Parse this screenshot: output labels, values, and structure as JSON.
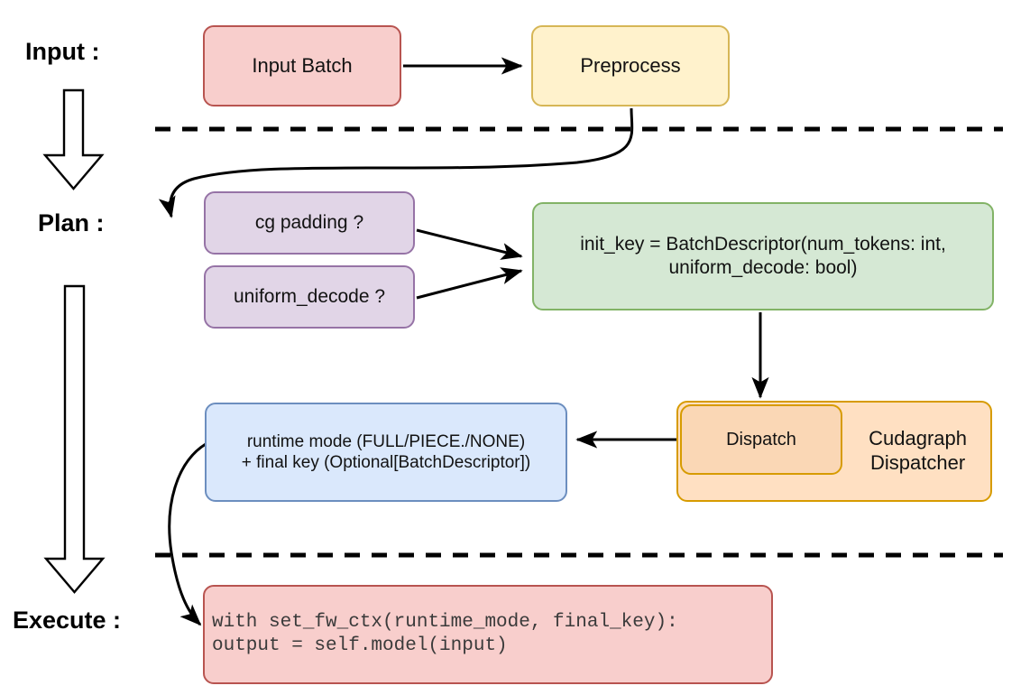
{
  "diagram": {
    "title_stages": [
      "Input :",
      "Plan :",
      "Execute :"
    ],
    "background": "#ffffff"
  },
  "stages": {
    "input": {
      "label": "Input :"
    },
    "plan": {
      "label": "Plan :"
    },
    "execute": {
      "label": "Execute :"
    }
  },
  "nodes": {
    "input_batch": {
      "label": "Input Batch",
      "fill": "#f8cecc",
      "stroke": "#b85450"
    },
    "preprocess": {
      "label": "Preprocess",
      "fill": "#fff2cc",
      "stroke": "#d6b656"
    },
    "cg_padding": {
      "label": "cg padding ?",
      "fill": "#e1d5e7",
      "stroke": "#9673a6"
    },
    "uniform_decode": {
      "label": "uniform_decode ?",
      "fill": "#e1d5e7",
      "stroke": "#9673a6"
    },
    "init_key": {
      "label": "init_key = BatchDescriptor(num_tokens: int,\nuniform_decode: bool)",
      "fill": "#d5e8d4",
      "stroke": "#82b366"
    },
    "cudagraph_dispatcher": {
      "label": "Cudagraph\nDispatcher",
      "fill": "#ffe0c2",
      "stroke": "#d79b00"
    },
    "dispatch": {
      "label": "Dispatch",
      "fill": "#fad7b5",
      "stroke": "#d79b00"
    },
    "runtime_mode": {
      "label": "runtime mode (FULL/PIECE./NONE)\n+ final key (Optional[BatchDescriptor])",
      "fill": "#dae8fc",
      "stroke": "#6c8ebf"
    },
    "execute_code": {
      "label": "with set_fw_ctx(runtime_mode, final_key):\n    output = self.model(input)",
      "fill": "#f8cecc",
      "stroke": "#b85450"
    }
  },
  "edges": [
    {
      "name": "input-batch-to-preprocess",
      "from": "input_batch",
      "to": "preprocess",
      "style": "straight-arrow"
    },
    {
      "name": "preprocess-to-cg-padding",
      "from": "preprocess",
      "to": "cg_padding",
      "style": "curved-arrow"
    },
    {
      "name": "cg-padding-to-init-key",
      "from": "cg_padding",
      "to": "init_key",
      "style": "straight-arrow"
    },
    {
      "name": "uniform-decode-to-init-key",
      "from": "uniform_decode",
      "to": "init_key",
      "style": "straight-arrow"
    },
    {
      "name": "init-key-to-dispatch",
      "from": "init_key",
      "to": "dispatch",
      "style": "straight-arrow"
    },
    {
      "name": "dispatch-to-runtime-mode",
      "from": "dispatch",
      "to": "runtime_mode",
      "style": "straight-arrow"
    },
    {
      "name": "runtime-mode-to-execute-code",
      "from": "runtime_mode",
      "to": "execute_code",
      "style": "curved-arrow"
    }
  ],
  "dividers": [
    {
      "name": "input-plan-divider",
      "style": "dashed",
      "color": "#000000"
    },
    {
      "name": "plan-execute-divider",
      "style": "dashed",
      "color": "#000000"
    }
  ],
  "flow_arrows": [
    {
      "name": "input-to-plan-block-arrow",
      "direction": "down"
    },
    {
      "name": "plan-to-execute-block-arrow",
      "direction": "down"
    }
  ]
}
